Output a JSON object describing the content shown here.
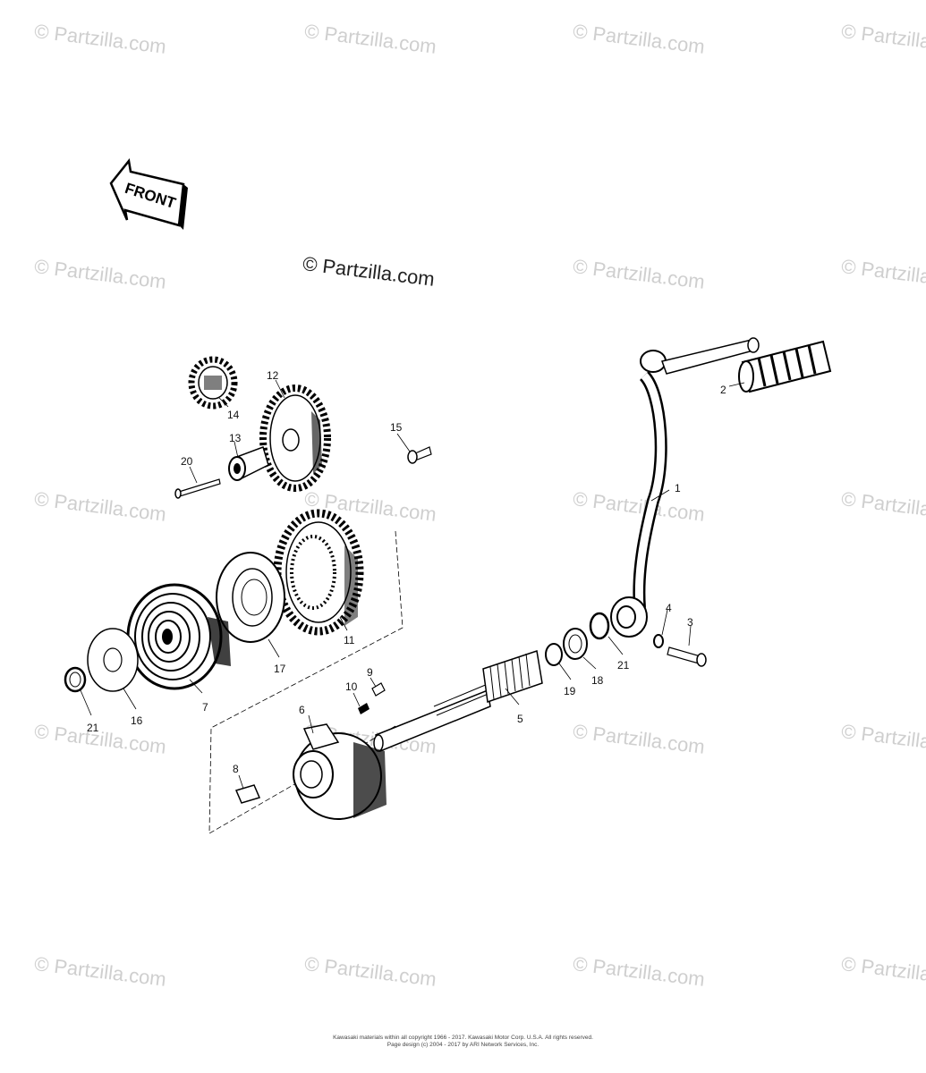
{
  "watermark": "© Partzilla.com",
  "front_label": "FRONT",
  "callouts": [
    "1",
    "2",
    "3",
    "4",
    "5",
    "6",
    "7",
    "8",
    "9",
    "10",
    "11",
    "12",
    "13",
    "14",
    "15",
    "16",
    "17",
    "18",
    "19",
    "20",
    "21",
    "21"
  ],
  "footer": {
    "line1": "Kawasaki materials within all copyright 1966 - 2017. Kawasaki Motor Corp. U.S.A.  All rights reserved.",
    "line2": "Page design (c) 2004 - 2017 by ARI Network Services, Inc."
  }
}
